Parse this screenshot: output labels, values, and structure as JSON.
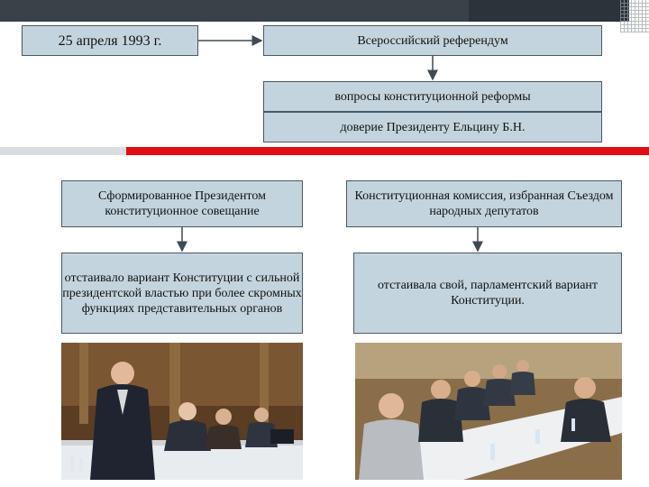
{
  "header": {
    "date": "25 апреля 1993 г.",
    "event": "Всероссийский референдум"
  },
  "questions": [
    "вопросы конституционной реформы",
    "доверие Президенту Ельцину Б.Н."
  ],
  "left_column": {
    "body": "Сформированное Президентом конституционное совещание",
    "position": "отстаивало вариант Конституции с сильной президентской властью при более скромных функциях представительных органов"
  },
  "right_column": {
    "body": "Конституционная комиссия, избранная Съездом народных депутатов",
    "position": "отстаивала свой, парламентский вариант Конституции."
  },
  "colors": {
    "box_fill": "#c3d4de",
    "box_border": "#4a5963",
    "divider": "#e20c14",
    "topbar": "#3a4148"
  },
  "images": [
    {
      "icon": "photo-speaker-at-podium"
    },
    {
      "icon": "photo-commission-meeting"
    }
  ]
}
